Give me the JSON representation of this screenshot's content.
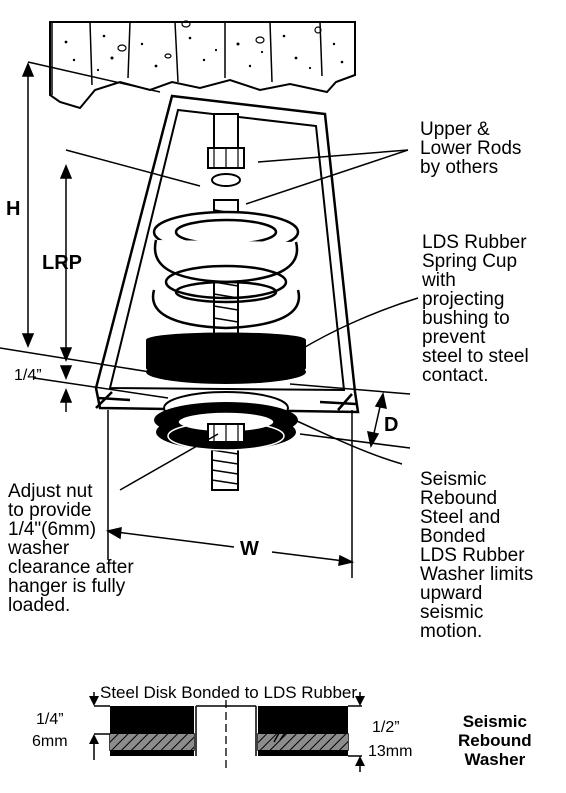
{
  "callouts": {
    "rods": "Upper &\nLower Rods\nby others",
    "spring_cup": "LDS Rubber\nSpring Cup\nwith\nprojecting\nbushing to\nprevent\nsteel to steel\ncontact.",
    "adjust_nut": "Adjust nut\nto provide\n1/4\"(6mm)\nwasher\nclearance after\nhanger is fully\nloaded.",
    "seismic_washer": "Seismic\nRebound\nSteel and\nBonded\nLDS Rubber\nWasher limits\nupward\nseismic\nmotion."
  },
  "dimensions": {
    "h": "H",
    "lrp": "LRP",
    "quarter_inch": "1/4”",
    "d": "D",
    "w": "W"
  },
  "detail": {
    "caption": "Steel Disk Bonded to LDS Rubber",
    "left_inch": "1/4”",
    "left_mm": "6mm",
    "right_inch": "1/2”",
    "right_mm": "13mm",
    "title": "Seismic\nRebound\nWasher"
  }
}
